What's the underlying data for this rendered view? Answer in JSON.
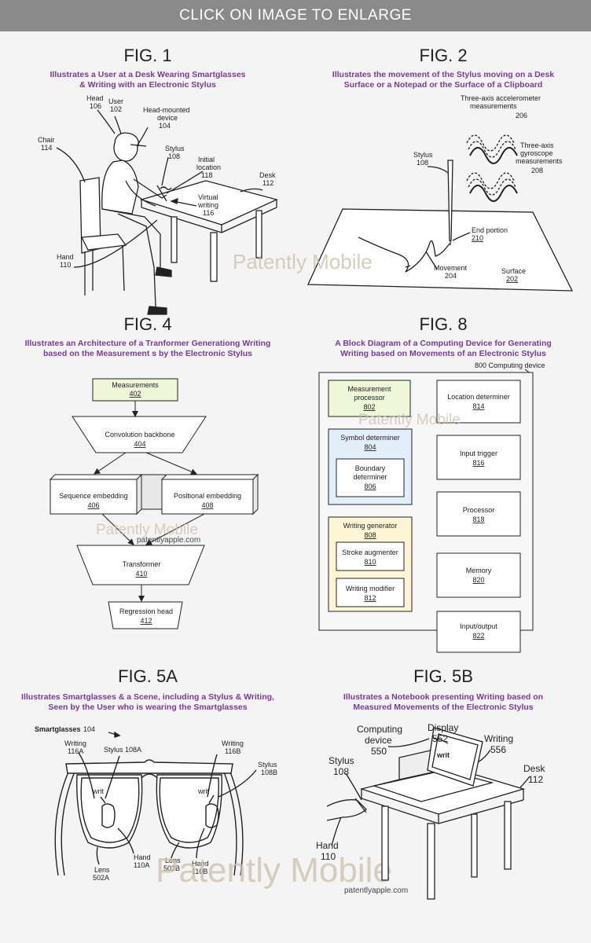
{
  "banner": "CLICK ON IMAGE TO ENLARGE",
  "watermark": "Patently Mobile",
  "site_url": "patentlyapple.com",
  "fig1": {
    "title": "FIG. 1",
    "caption_l1": "Illustrates a User at a Desk Wearing Smartglasses",
    "caption_l2": "& Writing with an Electronic Stylus",
    "labels": {
      "head": "Head",
      "head_n": "106",
      "user": "User",
      "user_n": "102",
      "hmd1": "Head-mounted",
      "hmd2": "device",
      "hmd_n": "104",
      "chair": "Chair",
      "chair_n": "114",
      "stylus": "Stylus",
      "stylus_n": "108",
      "init1": "Initial",
      "init2": "location",
      "init_n": "118",
      "desk": "Desk",
      "desk_n": "112",
      "vw1": "Virtual",
      "vw2": "writing",
      "vw_n": "116",
      "hand": "Hand",
      "hand_n": "110"
    }
  },
  "fig2": {
    "title": "FIG. 2",
    "caption_l1": "Illustrates the movement of the Stylus moving on a Desk",
    "caption_l2": "Surface or a Notepad or the Surface of a Clipboard",
    "labels": {
      "accel1": "Three-axis accelerometer",
      "accel2": "measurements",
      "accel_n": "206",
      "gyro1": "Three-axis",
      "gyro2": "gyroscope",
      "gyro3": "measurements",
      "gyro_n": "208",
      "stylus": "Stylus",
      "stylus_n": "108",
      "end": "End portion",
      "end_n": "210",
      "move": "Movement",
      "move_n": "204",
      "surface": "Surface",
      "surface_n": "202"
    }
  },
  "fig4": {
    "title": "FIG. 4",
    "caption_l1": "Illustrates an Architecture of a Tranformer Generationg Writing",
    "caption_l2": "based on the Measurement s by the Electronic Stylus",
    "boxes": {
      "meas": "Measurements",
      "meas_n": "402",
      "conv": "Convolution backbone",
      "conv_n": "404",
      "seq": "Sequence embedding",
      "seq_n": "406",
      "pos": "Positional embedding",
      "pos_n": "408",
      "trans": "Transformer",
      "trans_n": "410",
      "reg": "Regression head",
      "reg_n": "412"
    }
  },
  "fig8": {
    "title": "FIG. 8",
    "caption_l1": "A Block Diagram of a Computing Device for Generating",
    "caption_l2": "Writing based on Movements of an Electronic Stylus",
    "device": "800 Computing device",
    "boxes": {
      "mp1": "Measurement",
      "mp2": "processor",
      "mp_n": "802",
      "sd": "Symbol determiner",
      "sd_n": "804",
      "bd1": "Boundary",
      "bd2": "determiner",
      "bd_n": "806",
      "wg": "Writing generator",
      "wg_n": "808",
      "sa": "Stroke augmenter",
      "sa_n": "810",
      "wmod": "Writing modifier",
      "wmod_n": "812",
      "ld": "Location determiner",
      "ld_n": "814",
      "it": "Input trigger",
      "it_n": "816",
      "proc": "Processor",
      "proc_n": "818",
      "mem": "Memory",
      "mem_n": "820",
      "io": "Input/output",
      "io_n": "822"
    }
  },
  "fig5a": {
    "title": "FIG. 5A",
    "caption_l1": "Illustrates Smartglasses & a Scene, including a Stylus & Writing,",
    "caption_l2": "Seen by the User who is wearing the Smartglasses",
    "labels": {
      "sg": "Smartglasses",
      "sg_n": "104",
      "wa": "Writing",
      "wa_n": "116A",
      "sta": "Stylus 108A",
      "wb": "Writing",
      "wb_n": "116B",
      "stb": "Stylus",
      "stb_n": "108B",
      "writ": "writ",
      "la": "Lens",
      "la_n": "502A",
      "ha": "Hand",
      "ha_n": "110A",
      "lb": "Lens",
      "lb_n": "502B",
      "hb": "Hand",
      "hb_n": "110B"
    }
  },
  "fig5b": {
    "title": "FIG. 5B",
    "caption_l1": "Illustrates a Notebook presenting Writing based on",
    "caption_l2": "Measured Movements of the Electronic Stylus",
    "labels": {
      "cd1": "Computing",
      "cd2": "device",
      "cd_n": "550",
      "disp": "Display",
      "disp_n": "552",
      "wr": "Writing",
      "wr_n": "556",
      "desk": "Desk",
      "desk_n": "112",
      "st": "Stylus",
      "st_n": "108",
      "writ": "writ",
      "hand": "Hand",
      "hand_n": "110"
    }
  }
}
